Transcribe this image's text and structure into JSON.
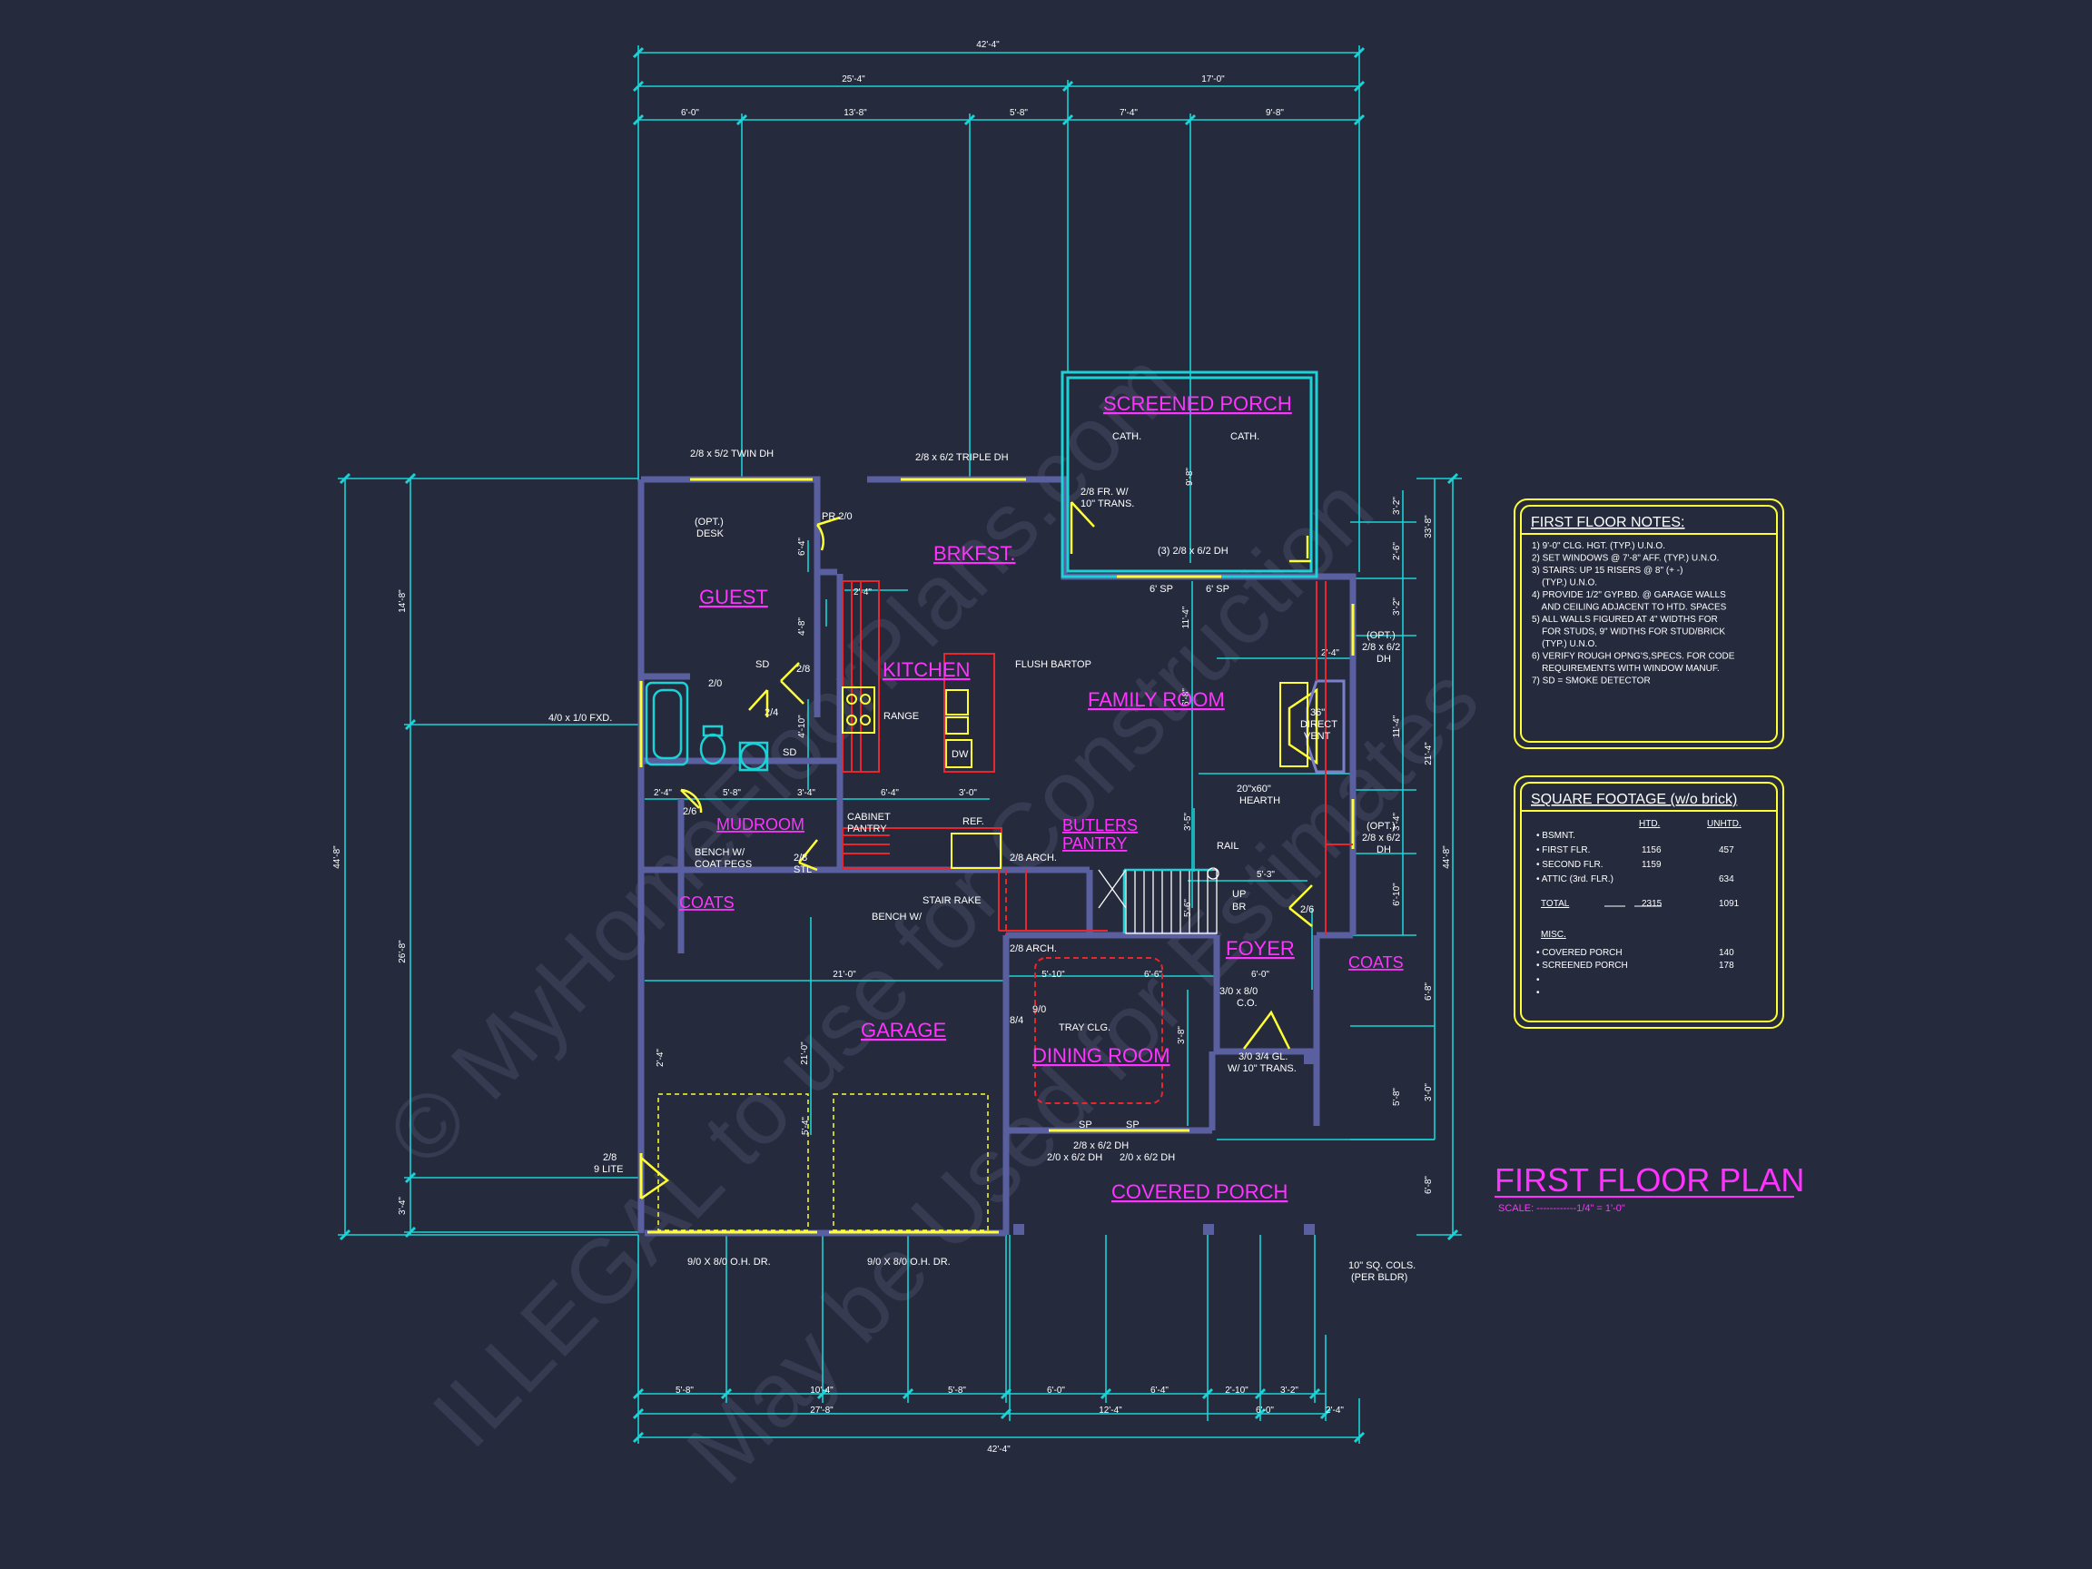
{
  "colors": {
    "background": "#252a3d",
    "dimension": "#19d3d6",
    "wall": "#5a5f9f",
    "wall_edge": "#7b80c8",
    "room_label": "#ff33ff",
    "note": "#ffffff",
    "fixture": "#ffff33",
    "cabinet": "#e8262e",
    "stairs": "#ffffff",
    "panel_border": "#ffff33",
    "watermark": "#3a3f55"
  },
  "watermark": {
    "line1": "© MyHomeFloorPlans.com",
    "line2": "ILLEGAL to use for Construction",
    "line3": "May be Used for Estimates"
  },
  "dims": {
    "top_overall": "42'-4\"",
    "top_a": "25'-4\"",
    "top_b": "17'-0\"",
    "top_c1": "6'-0\"",
    "top_c2": "13'-8\"",
    "top_c3": "5'-8\"",
    "top_c4": "7'-4\"",
    "top_c5": "9'-8\"",
    "left_overall": "44'-8\"",
    "left_a": "14'-8\"",
    "left_b": "26'-8\"",
    "left_c": "3'-4\"",
    "right_overall": "44'-8\"",
    "right_a": "3'-2\"",
    "right_b": "2'-6\"",
    "right_c": "3'-2\"",
    "right_d": "11'-4\"",
    "right_e": "3'-4\"",
    "right_f": "6'-10\"",
    "right_g": "6'-8\"",
    "right_h": "3'-0\"",
    "right_i": "6'-8\"",
    "right_j": "5'-8\"",
    "right_k": "21'-4\"",
    "right_l": "33'-8\"",
    "bottom_overall": "42'-4\"",
    "bottom_a": "27'-8\"",
    "bottom_b": "12'-4\"",
    "bottom_b2": "6'-0\"",
    "bottom_b3": "2'-4\"",
    "bottom_c1": "5'-8\"",
    "bottom_c2": "10'-4\"",
    "bottom_c3": "5'-8\"",
    "bottom_c4": "6'-0\"",
    "bottom_c5": "6'-4\"",
    "bottom_c6": "2'-10\"",
    "bottom_c7": "3'-2\"",
    "int_21": "21'-0\"",
    "int_2101": "21'-0\"",
    "int_24a": "2'-4\"",
    "int_58": "5'-8\"",
    "int_34": "3'-4\"",
    "int_64": "6'-4\"",
    "int_30": "3'-0\"",
    "int_24b": "2'-4\"",
    "int_510": "5'-10\"",
    "int_66": "6'-6\"",
    "int_60": "6'-0\"",
    "int_53": "5'-3\"",
    "int_24c": "2'-4\"",
    "int_114": "11'-4\"",
    "int_68": "6'-8\"",
    "int_35": "3'-5\"",
    "int_56": "5'-6\"",
    "int_38": "3'-8\"",
    "int_64b": "6'-4\"",
    "int_48": "4'-8\"",
    "int_410": "4'-10\"",
    "int_98": "9'-8\"",
    "int_54": "5'-4\"",
    "int_24d": "2'-4\""
  },
  "rooms": {
    "screened_porch": "SCREENED PORCH",
    "brkfst": "BRKFST.",
    "guest": "GUEST",
    "kitchen": "KITCHEN",
    "family_room": "FAMILY ROOM",
    "mudroom": "MUDROOM",
    "butlers_pantry_1": "BUTLERS",
    "butlers_pantry_2": "PANTRY",
    "coats_left": "COATS",
    "coats_right": "COATS",
    "garage": "GARAGE",
    "foyer": "FOYER",
    "dining_room": "DINING ROOM",
    "covered_porch": "COVERED PORCH"
  },
  "notes": {
    "window_guest": "2/8 x 5/2 TWIN DH",
    "window_brkfst": "2/8 x 6/2 TRIPLE DH",
    "screened_door_1": "2/8 FR. W/",
    "screened_door_2": "10\" TRANS.",
    "cath_left": "CATH.",
    "cath_right": "CATH.",
    "sp_doors": "(3) 2/8 x 6/2 DH",
    "sp_6a": "6' SP",
    "sp_6b": "6' SP",
    "opt_desk_1": "(OPT.)",
    "opt_desk_2": "DESK",
    "pr": "PR 2/0",
    "door_28": "2/8",
    "door_20": "2/0",
    "door_24": "2/4",
    "sd1": "SD",
    "sd2": "SD",
    "fixed_window": "4/0 x 1/0 FXD.",
    "range": "RANGE",
    "flush_bartop": "FLUSH BARTOP",
    "dw": "DW",
    "cabinet_pantry_1": "CABINET",
    "cabinet_pantry_2": "PANTRY",
    "ref": "REF.",
    "door_26": "2/6",
    "bench_coat_1": "BENCH W/",
    "bench_coat_2": "COAT PEGS",
    "door_28stl_1": "2/8",
    "door_28stl_2": "STL",
    "arch_1": "2/8 ARCH.",
    "arch_2": "2/8 ARCH.",
    "rail": "RAIL",
    "up": "UP",
    "br": "BR",
    "stair_rake": "STAIR RAKE",
    "bench_w": "BENCH W/",
    "direct_vent_1": "36\"",
    "direct_vent_2": "DIRECT",
    "direct_vent_3": "VENT",
    "hearth_1": "20\"x60\"",
    "hearth_2": "HEARTH",
    "opt_win_1a": "(OPT.)",
    "opt_win_1b": "2/8 x 6/2",
    "opt_win_1c": "DH",
    "opt_win_2a": "(OPT.)",
    "opt_win_2b": "2/8 x 6/2",
    "opt_win_2c": "DH",
    "door_26b": "2/6",
    "co_1": "3/0 x 8/0",
    "co_2": "C.O.",
    "front_door_1": "3/0 3/4 GL.",
    "front_door_2": "W/ 10\" TRANS.",
    "tray": "TRAY CLG.",
    "d90": "9/0",
    "d84": "8/4",
    "din_win_1": "2/8 x 6/2 DH",
    "din_win_2": "2/0 x 6/2 DH",
    "din_win_3": "2/0 x 6/2 DH",
    "sp_a": "SP",
    "sp_b": "SP",
    "lite_1": "2/8",
    "lite_2": "9 LITE",
    "oh_dr_1": "9/0 X 8/0 O.H. DR.",
    "oh_dr_2": "9/0 X 8/0 O.H. DR.",
    "cols_1": "10\" SQ. COLS.",
    "cols_2": "(PER BLDR)"
  },
  "first_floor_notes": {
    "title": "FIRST FLOOR NOTES:",
    "lines": [
      "1) 9'-0\" CLG. HGT. (TYP.) U.N.O.",
      "2) SET WINDOWS @ 7'-8\" AFF. (TYP.) U.N.O.",
      "3) STAIRS: UP 15 RISERS @ 8\" (+ -)",
      "    (TYP.) U.N.O.",
      "4) PROVIDE 1/2\" GYP.BD. @ GARAGE WALLS",
      "    AND CEILING ADJACENT TO HTD. SPACES",
      "5) ALL WALLS FIGURED AT 4\" WIDTHS FOR",
      "    FOR STUDS, 9\" WIDTHS FOR STUD/BRICK",
      "    (TYP.) U.N.O.",
      "6) VERIFY ROUGH OPNG'S,SPECS. FOR CODE",
      "    REQUIREMENTS WITH WINDOW MANUF.",
      "7) SD = SMOKE DETECTOR"
    ]
  },
  "square_footage": {
    "title": "SQUARE FOOTAGE (w/o brick)",
    "col_htd": "HTD.",
    "col_unhtd": "UNHTD.",
    "rows": [
      {
        "label": "• BSMNT.",
        "htd": "",
        "unhtd": ""
      },
      {
        "label": "• FIRST FLR.",
        "htd": "1156",
        "unhtd": "457"
      },
      {
        "label": "• SECOND FLR.",
        "htd": "1159",
        "unhtd": ""
      },
      {
        "label": "• ATTIC (3rd. FLR.)",
        "htd": "",
        "unhtd": "634"
      }
    ],
    "total_label": "TOTAL",
    "total_htd": "2315",
    "total_unhtd": "1091",
    "misc_title": "MISC.",
    "misc_rows": [
      {
        "label": "• COVERED PORCH",
        "value": "140"
      },
      {
        "label": "• SCREENED PORCH",
        "value": "178"
      }
    ],
    "bullets": [
      "•",
      "•"
    ]
  },
  "plan_title": {
    "title": "FIRST FLOOR PLAN",
    "scale": "SCALE: ------------1/4\" = 1'-0\""
  }
}
